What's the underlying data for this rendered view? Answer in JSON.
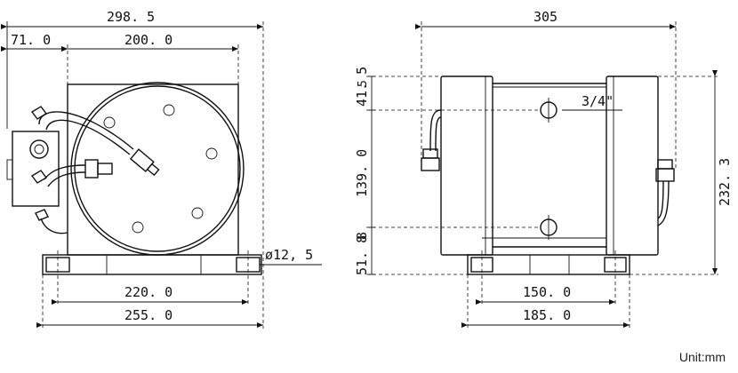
{
  "front_view": {
    "overall_width": "298. 5",
    "offset_left": "71. 0",
    "drum_width": "200. 0",
    "base_hole_pitch": "220. 0",
    "base_width": "255. 0",
    "hole_diameter": "ø12, 5"
  },
  "side_view": {
    "overall_width": "305",
    "port_size": "3/4\"",
    "seg_top": "41. 5",
    "seg_mid": "139. 0",
    "seg_low": "8",
    "seg_bottom": "51. 8",
    "overall_height": "232. 3",
    "base_hole_pitch": "150. 0",
    "base_width": "185. 0"
  },
  "unit_label": "Unit:mm"
}
